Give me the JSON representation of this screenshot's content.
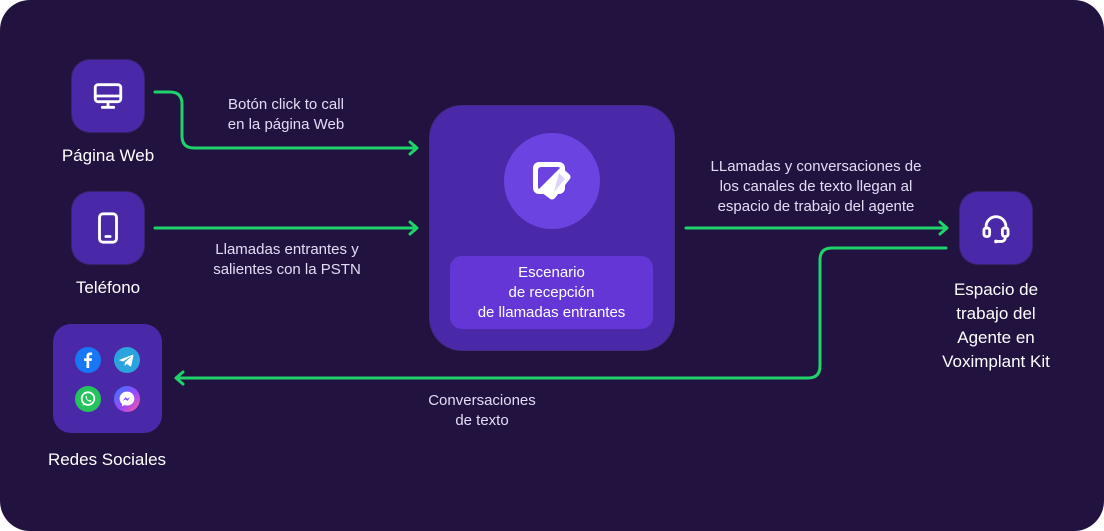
{
  "nodes": {
    "web": {
      "label": "Página Web",
      "icon": "monitor-icon"
    },
    "phone": {
      "label": "Teléfono",
      "icon": "smartphone-icon"
    },
    "social": {
      "label": "Redes Sociales",
      "icons": [
        "facebook-icon",
        "telegram-icon",
        "whatsapp-icon",
        "messenger-icon"
      ]
    },
    "agent": {
      "label_lines": [
        "Espacio de",
        "trabajo del",
        "Agente en",
        "Voximplant Kit"
      ],
      "icon": "headset-icon"
    },
    "scenario": {
      "label_lines": [
        "Escenario",
        "de recepción",
        "de llamadas entrantes"
      ],
      "icon": "voximplant-logo-icon"
    }
  },
  "edges": {
    "web_to_scenario": {
      "lines": [
        "Botón click to call",
        "en la página Web"
      ]
    },
    "phone_to_scenario": {
      "lines": [
        "Llamadas entrantes y",
        "salientes con la PSTN"
      ]
    },
    "scenario_to_agent": {
      "lines": [
        "LLamadas y conversaciones de",
        "los canales de texto llegan al",
        "espacio de trabajo del agente"
      ]
    },
    "agent_to_social": {
      "lines": [
        "Conversaciones",
        "de texto"
      ]
    }
  },
  "colors": {
    "background": "#22123f",
    "node": "#4a29a8",
    "accent": "#6436d6",
    "connector": "#1fd26a"
  }
}
